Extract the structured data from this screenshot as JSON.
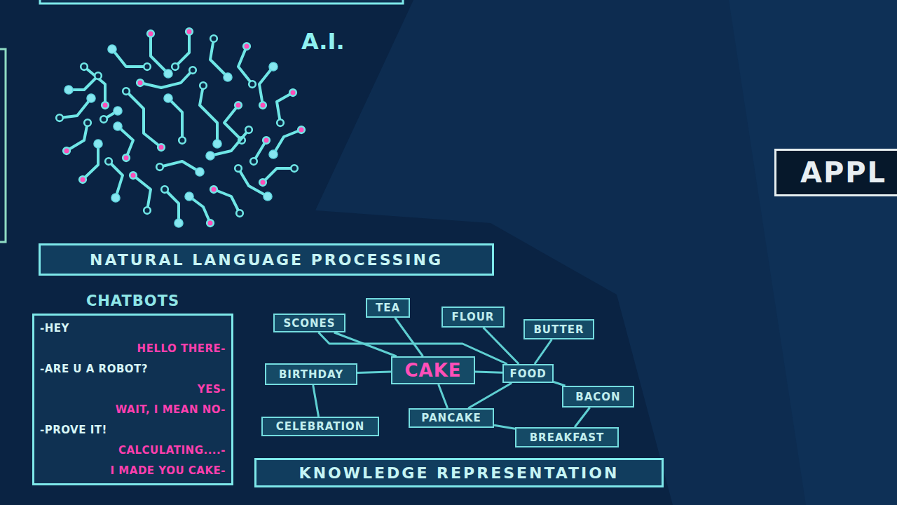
{
  "diagram": {
    "nodes": [
      {
        "text": [
          "APPL"
        ]
      },
      {
        "text": [
          "NATURAL LANGUAGE PROCESSING"
        ]
      },
      {
        "text": [
          "CHATBOTS",
          "-HEY",
          "HELLO THERE-",
          "-ARE U A ROBOT?",
          "YES-",
          "WAIT, I MEAN NO-",
          "-PROVE IT!",
          "CALCULATING....-",
          "I MADE YOU CAKE-"
        ]
      },
      {
        "text": [
          "TEA"
        ]
      },
      {
        "text": [
          "FLOUR"
        ]
      },
      {
        "text": [
          "SCONES"
        ]
      },
      {
        "text": [
          "BUTTER"
        ]
      },
      {
        "text": [
          "CAKE"
        ]
      },
      {
        "text": [
          "BIRTHDAY"
        ]
      },
      {
        "text": [
          "FOOD"
        ]
      },
      {
        "text": [
          "BACON"
        ]
      },
      {
        "text": [
          "PANCAKE"
        ]
      },
      {
        "text": [
          "CELEBRATION"
        ]
      },
      {
        "text": [
          "BREAKFAST"
        ]
      },
      {
        "text": [
          "KNOWLEDGE REPRESENTATION"
        ]
      }
    ],
    "edges": [
      {
        "from": 5,
        "to": 7,
        "arrow": "none"
      },
      {
        "from": 5,
        "to": 9,
        "arrow": "none"
      },
      {
        "from": 3,
        "to": 7,
        "arrow": "none"
      },
      {
        "from": 4,
        "to": 9,
        "arrow": "none"
      },
      {
        "from": 6,
        "to": 9,
        "arrow": "none"
      },
      {
        "from": 8,
        "to": 7,
        "arrow": "none"
      },
      {
        "from": 8,
        "to": 12,
        "arrow": "none"
      },
      {
        "from": 7,
        "to": 9,
        "arrow": "none"
      },
      {
        "from": 7,
        "to": 11,
        "arrow": "none"
      },
      {
        "from": 11,
        "to": 9,
        "arrow": "none"
      },
      {
        "from": 9,
        "to": 10,
        "arrow": "none"
      },
      {
        "from": 10,
        "to": 13,
        "arrow": "none"
      },
      {
        "from": 11,
        "to": 13,
        "arrow": "none"
      }
    ],
    "labels": [
      "A.I."
    ]
  }
}
